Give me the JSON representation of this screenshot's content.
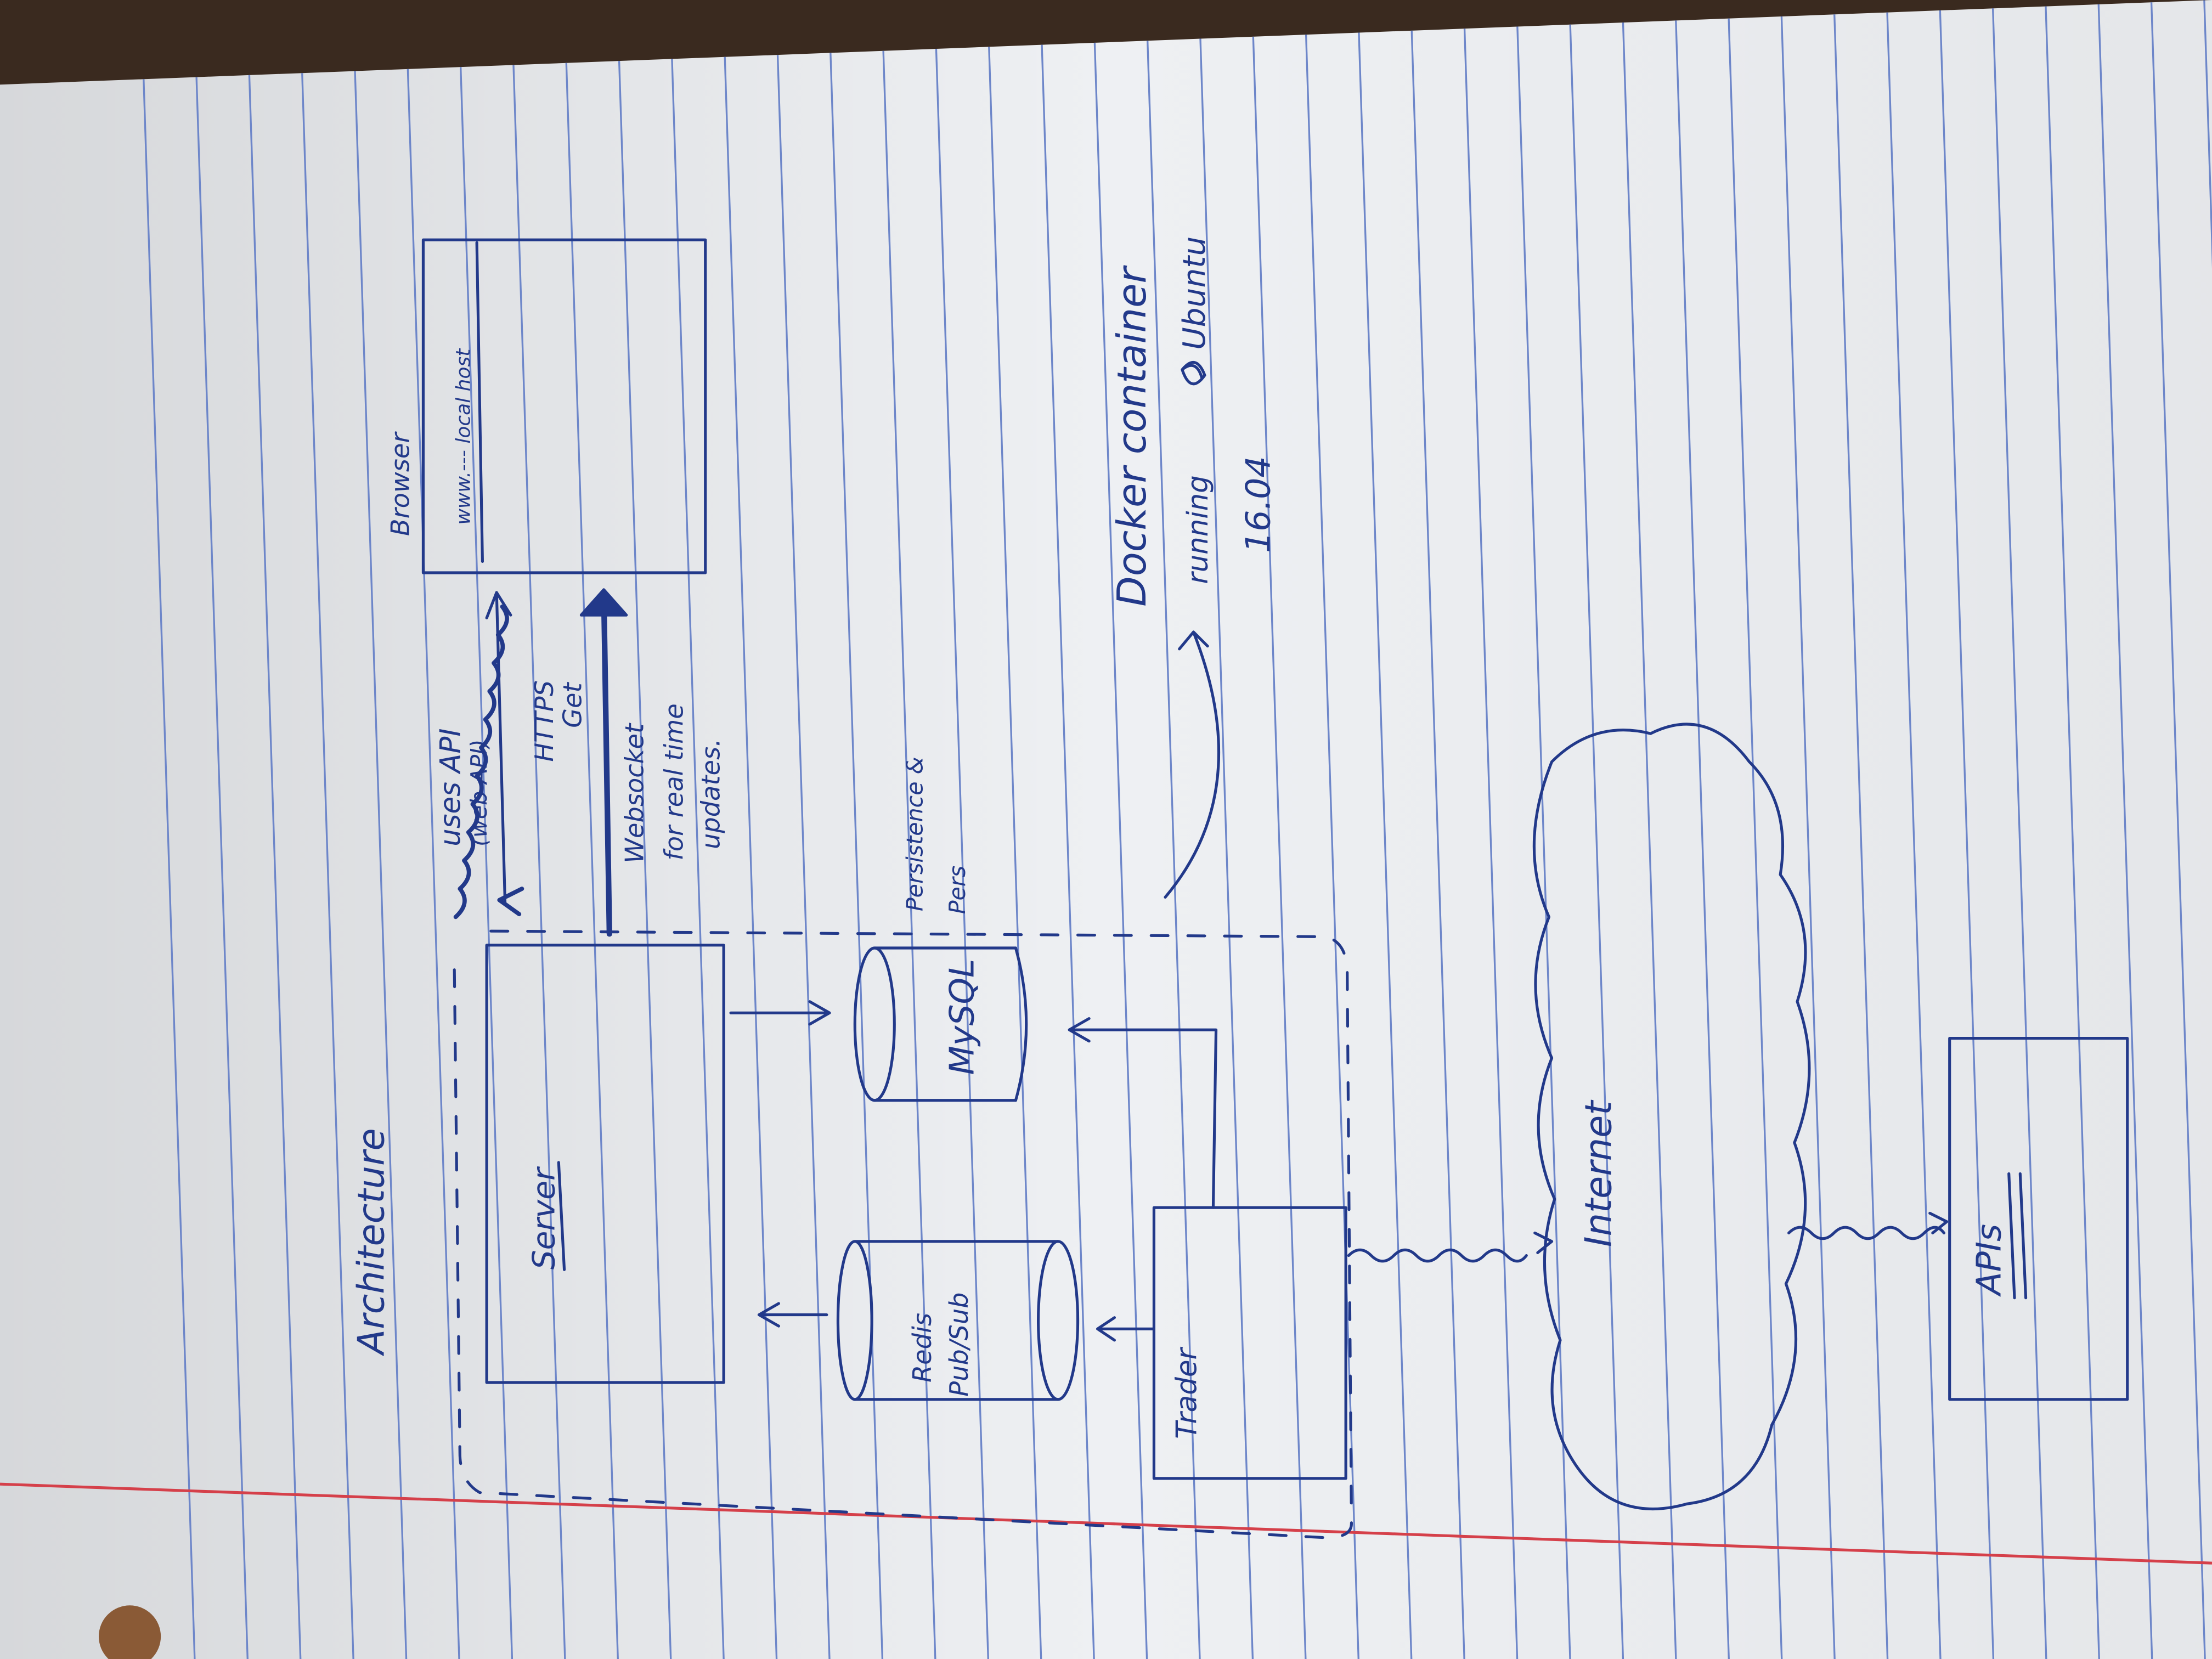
{
  "colors": {
    "paper": "#eef0f3",
    "paper_shadow": "#d6dae1",
    "ruled_line": "#6d86c9",
    "margin_line": "#d5404a",
    "ink": "#22398a",
    "background": "#3a2a1f"
  },
  "diagram": {
    "title": "Architecture",
    "browser": {
      "label": "Browser",
      "url": "www.--- local host"
    },
    "links": {
      "api_note_1": "uses API",
      "api_note_2": "(web API)",
      "https": "HTTPS",
      "get": "Get",
      "websocket": "Websocket",
      "realtime_1": "for real time",
      "realtime_2": "updates."
    },
    "server": {
      "label": "Server"
    },
    "mysql": {
      "label": "MySQL",
      "note_1": "Persistence &",
      "note_2": "Pers"
    },
    "redis": {
      "label_1": "Redis",
      "label_2": "Pub/Sub"
    },
    "trader": {
      "label": "Trader"
    },
    "docker": {
      "label": "Docker container",
      "running": "running",
      "os": "Ubuntu",
      "version": "16.04"
    },
    "internet": {
      "label": "Internet"
    },
    "apis": {
      "label": "APIs"
    }
  }
}
